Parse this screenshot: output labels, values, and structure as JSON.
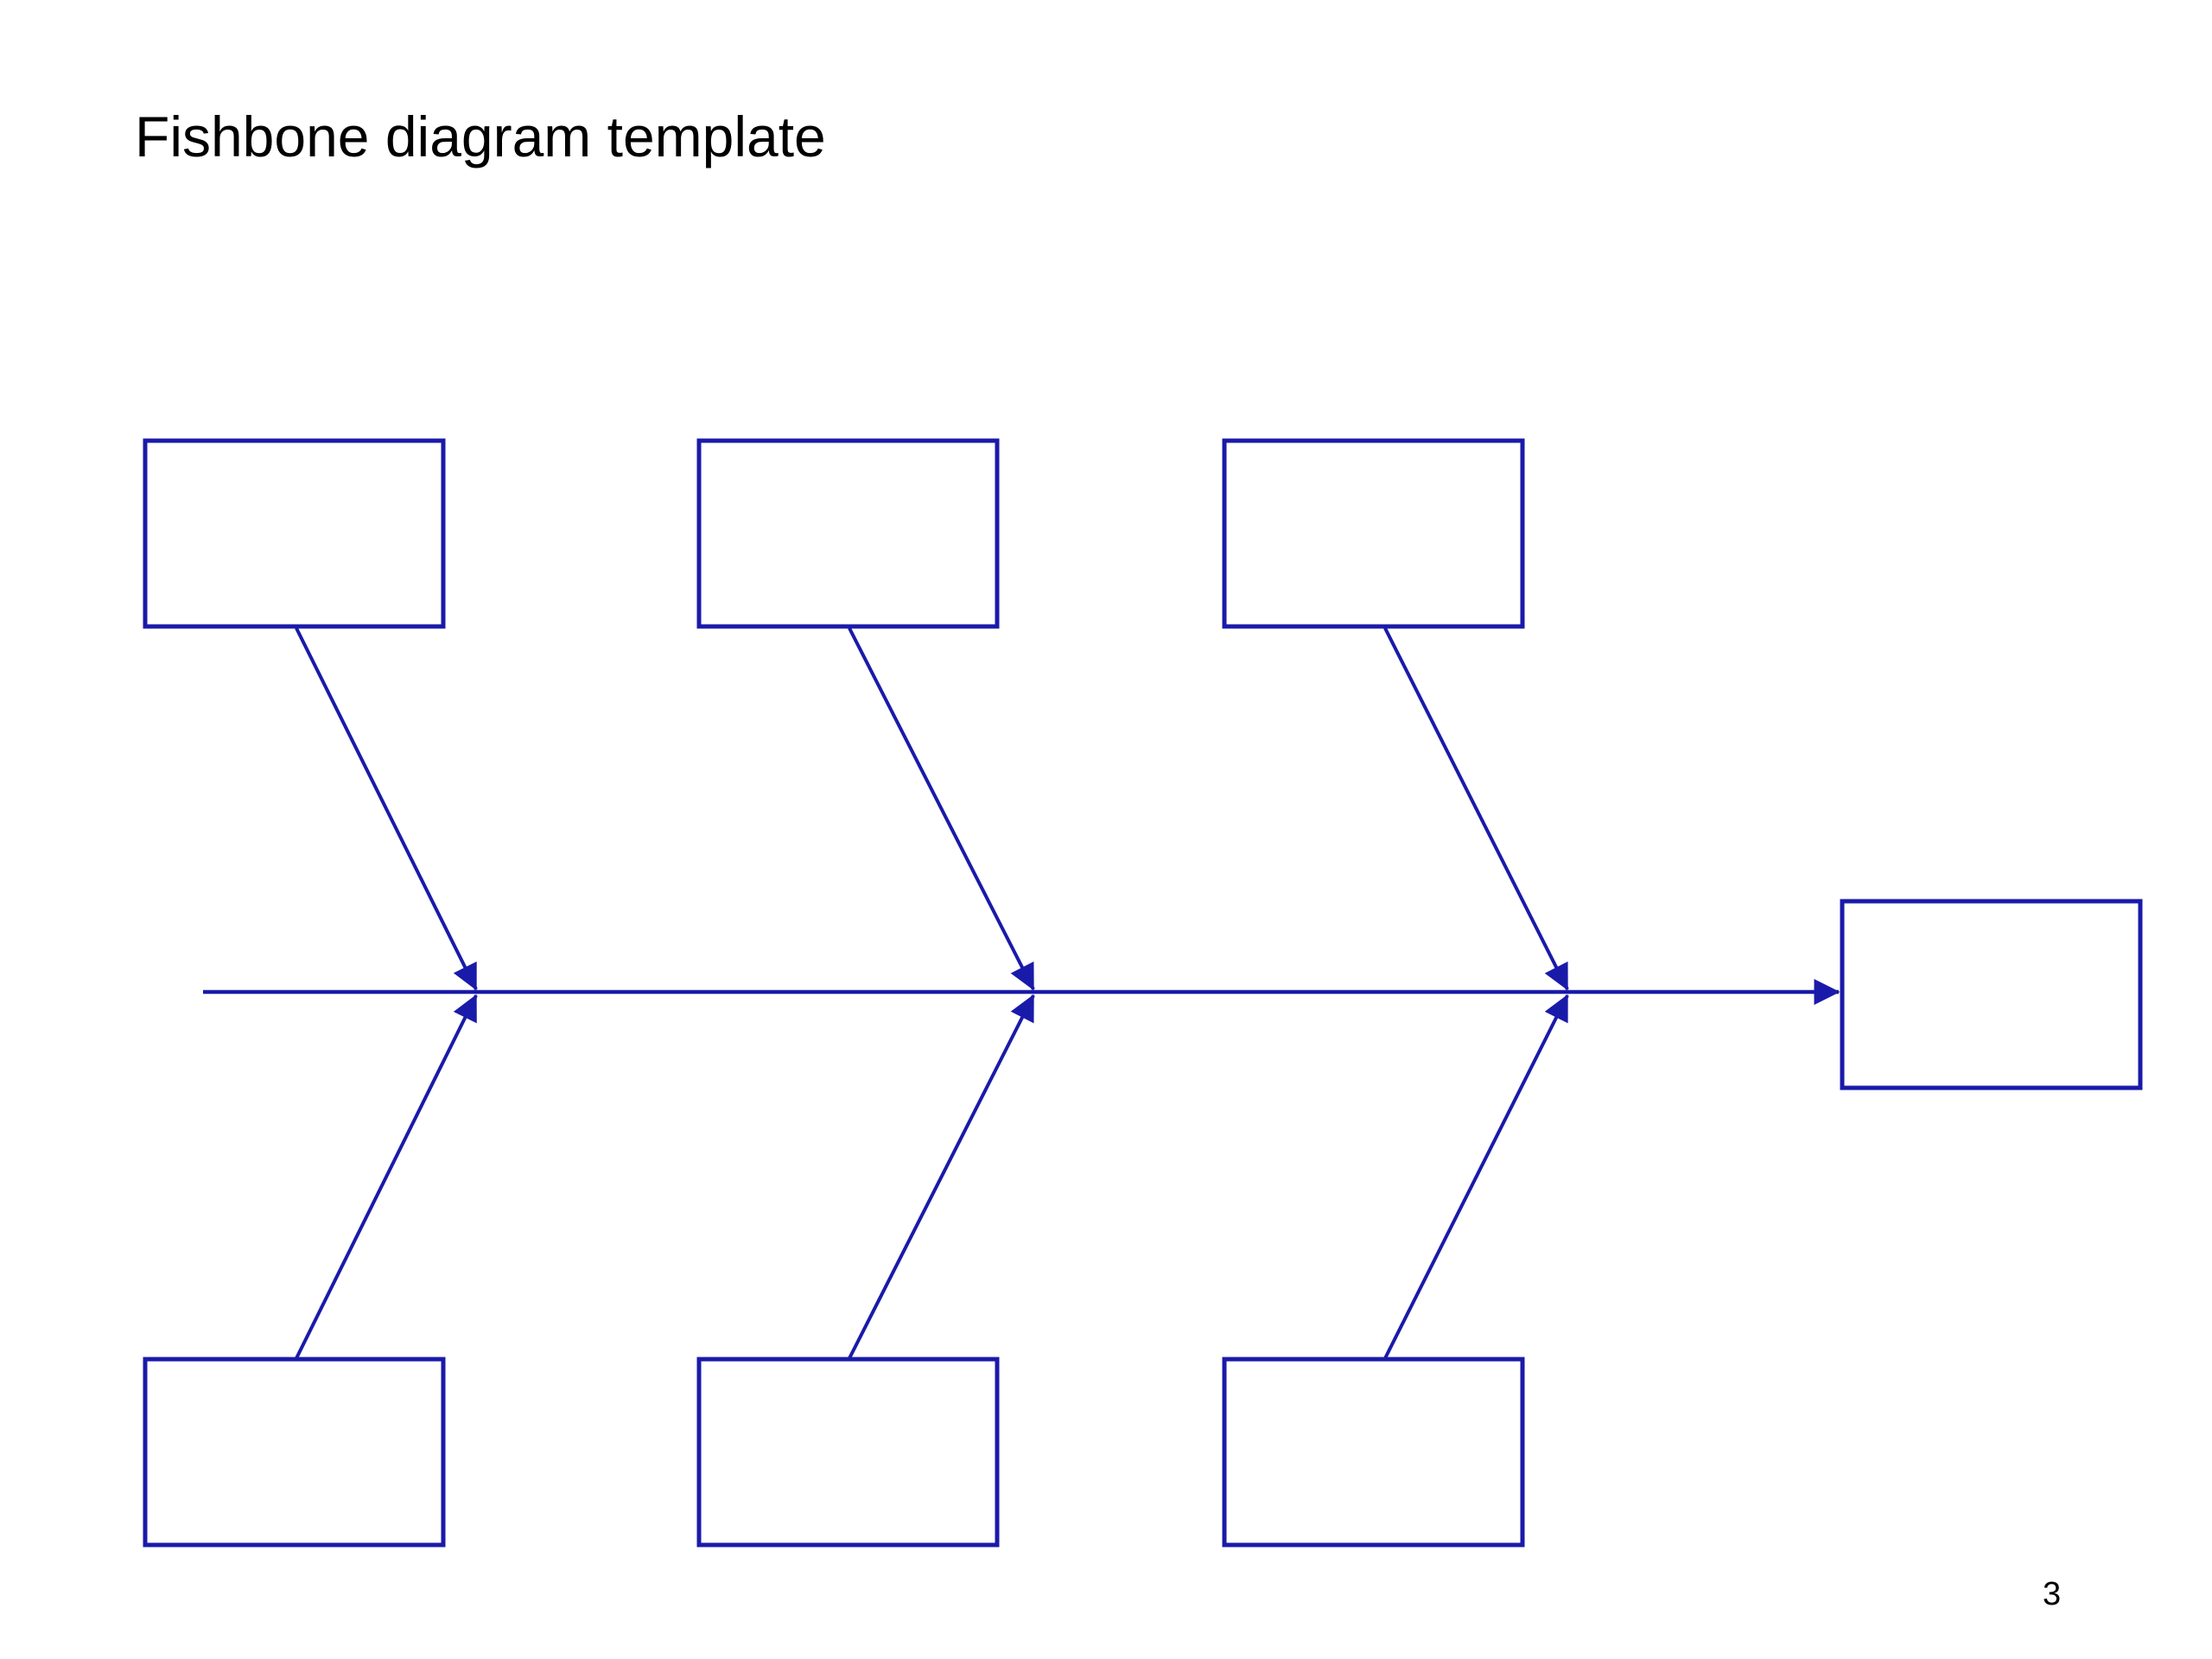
{
  "slide": {
    "title": "Fishbone diagram template",
    "page_number": "3"
  },
  "colors": {
    "diagram_blue": "#1A1AAA",
    "text": "#000000",
    "background": "#FFFFFF"
  },
  "diagram": {
    "type": "fishbone",
    "cause_boxes_top": [
      "",
      "",
      ""
    ],
    "cause_boxes_bottom": [
      "",
      "",
      ""
    ],
    "effect_box": ""
  }
}
